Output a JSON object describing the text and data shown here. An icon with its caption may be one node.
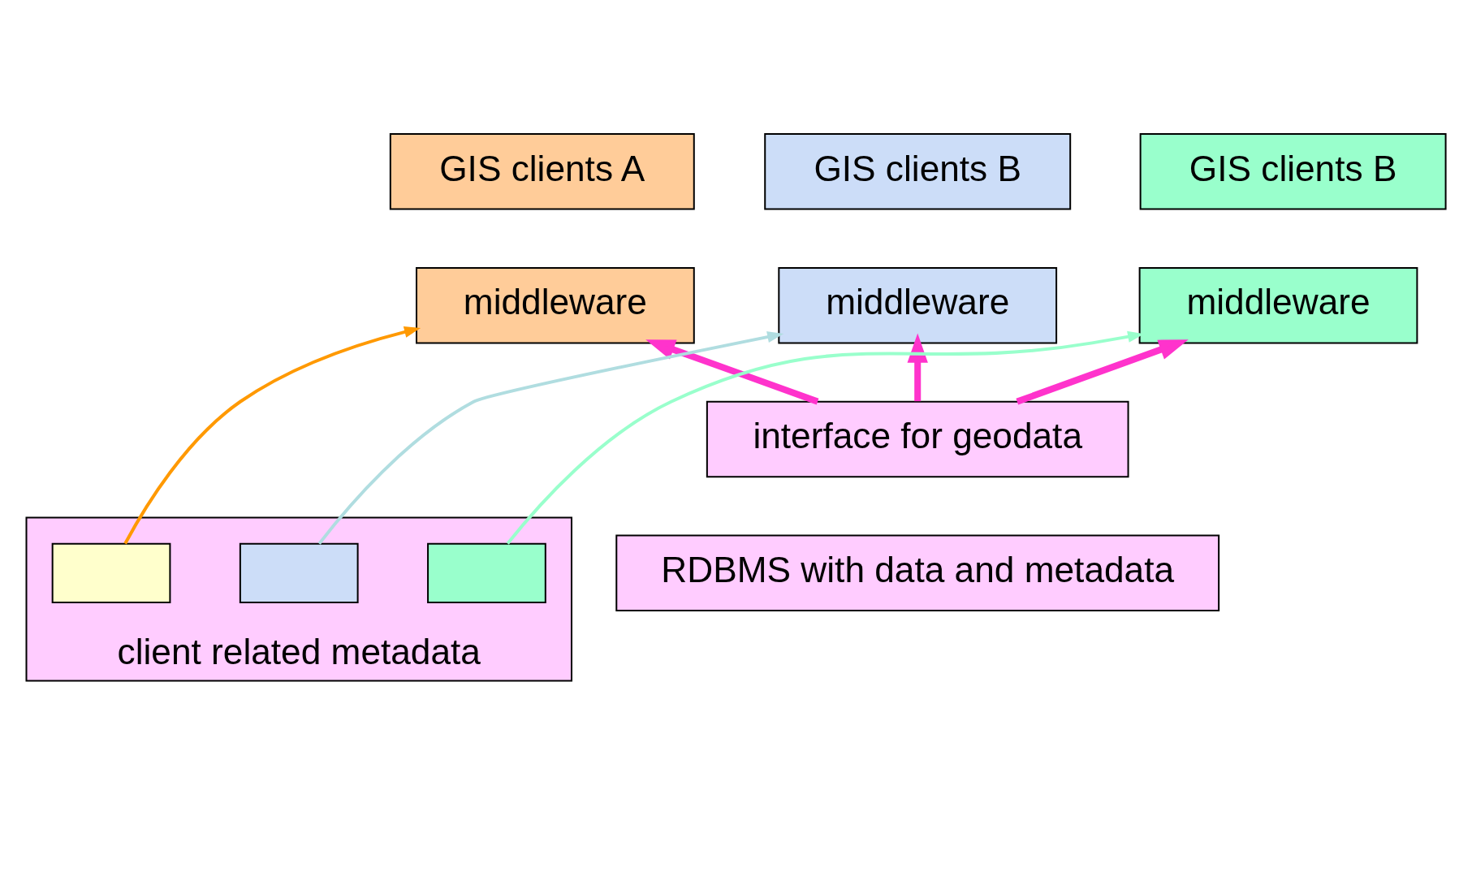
{
  "diagram": {
    "nodes": [
      {
        "text": [
          "GIS clients A"
        ]
      },
      {
        "text": [
          "GIS clients B"
        ]
      },
      {
        "text": [
          "GIS clients B"
        ]
      },
      {
        "text": [
          "middleware"
        ]
      },
      {
        "text": [
          "middleware"
        ]
      },
      {
        "text": [
          "middleware"
        ]
      },
      {
        "text": [
          "interface for geodata"
        ]
      },
      {
        "text": [
          "RDBMS with data and metadata"
        ]
      },
      {
        "text": [
          "client related metadata"
        ]
      },
      {
        "text": [],
        "shape": "box",
        "in": 8
      },
      {
        "text": [],
        "shape": "box",
        "in": 8
      },
      {
        "text": [],
        "shape": "box",
        "in": 8
      }
    ],
    "edges": [
      {
        "from": 6,
        "to": 3,
        "arrow": "to",
        "style": "thick",
        "color": "#ff33cc"
      },
      {
        "from": 6,
        "to": 4,
        "arrow": "to",
        "style": "thick",
        "color": "#ff33cc"
      },
      {
        "from": 6,
        "to": 5,
        "arrow": "to",
        "style": "thick",
        "color": "#ff33cc"
      },
      {
        "from": 9,
        "to": 3,
        "arrow": "to",
        "color": "#ff9900"
      },
      {
        "from": 10,
        "to": 4,
        "arrow": "to",
        "color": "#b0dde0"
      },
      {
        "from": 11,
        "to": 5,
        "arrow": "to",
        "color": "#99ffcc"
      }
    ]
  }
}
